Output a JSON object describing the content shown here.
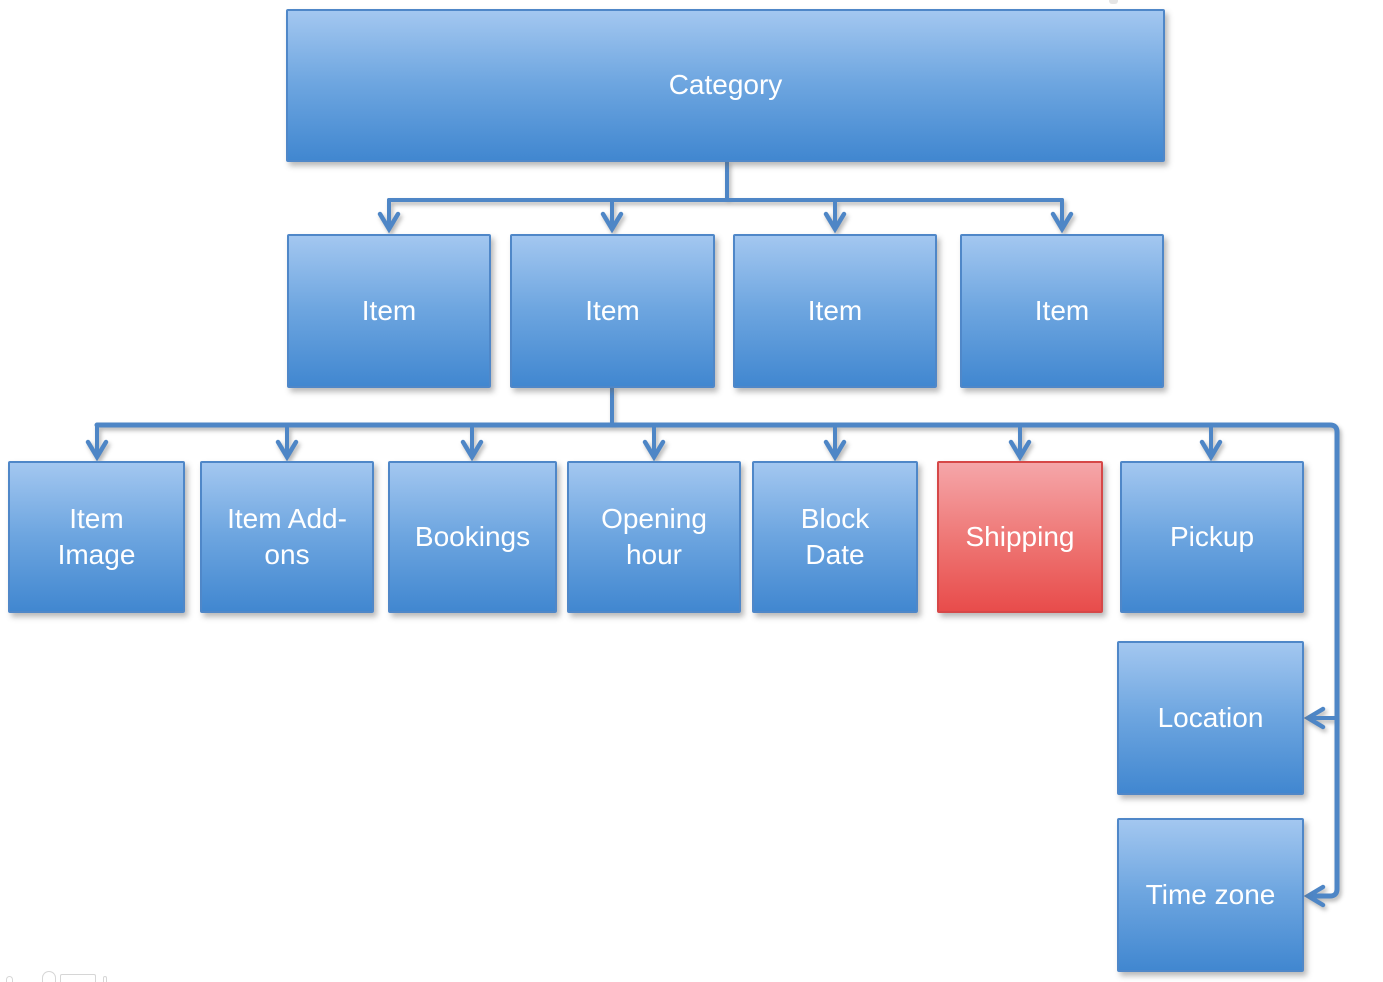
{
  "diagram": {
    "nodes": [
      {
        "label": "Category",
        "color": "blue"
      },
      {
        "label": "Item",
        "color": "blue"
      },
      {
        "label": "Item",
        "color": "blue"
      },
      {
        "label": "Item",
        "color": "blue"
      },
      {
        "label": "Item",
        "color": "blue"
      },
      {
        "label": "Item\nImage",
        "color": "blue"
      },
      {
        "label": "Item Add-\nons",
        "color": "blue"
      },
      {
        "label": "Bookings",
        "color": "blue"
      },
      {
        "label": "Opening\nhour",
        "color": "blue"
      },
      {
        "label": "Block\nDate",
        "color": "blue"
      },
      {
        "label": "Shipping",
        "color": "red"
      },
      {
        "label": "Pickup",
        "color": "blue"
      },
      {
        "label": "Location",
        "color": "blue"
      },
      {
        "label": "Time zone",
        "color": "blue"
      }
    ],
    "edges": [
      {
        "from": "Category",
        "to": "Item 1"
      },
      {
        "from": "Category",
        "to": "Item 2"
      },
      {
        "from": "Category",
        "to": "Item 3"
      },
      {
        "from": "Category",
        "to": "Item 4"
      },
      {
        "from": "Item 2",
        "to": "Item Image"
      },
      {
        "from": "Item 2",
        "to": "Item Add-ons"
      },
      {
        "from": "Item 2",
        "to": "Bookings"
      },
      {
        "from": "Item 2",
        "to": "Opening hour"
      },
      {
        "from": "Item 2",
        "to": "Block Date"
      },
      {
        "from": "Item 2",
        "to": "Shipping"
      },
      {
        "from": "Item 2",
        "to": "Pickup"
      },
      {
        "from": "Item 2",
        "to": "Location"
      },
      {
        "from": "Item 2",
        "to": "Time zone"
      }
    ],
    "colors": {
      "node_blue_top": "#a3c7f0",
      "node_blue_bottom": "#4187d0",
      "node_blue_border": "#4f87c8",
      "node_red_top": "#f5a6a9",
      "node_red_bottom": "#e84c4b",
      "node_red_border": "#d64848",
      "connector": "#4e86c6",
      "label_text": "#ffffff"
    }
  }
}
